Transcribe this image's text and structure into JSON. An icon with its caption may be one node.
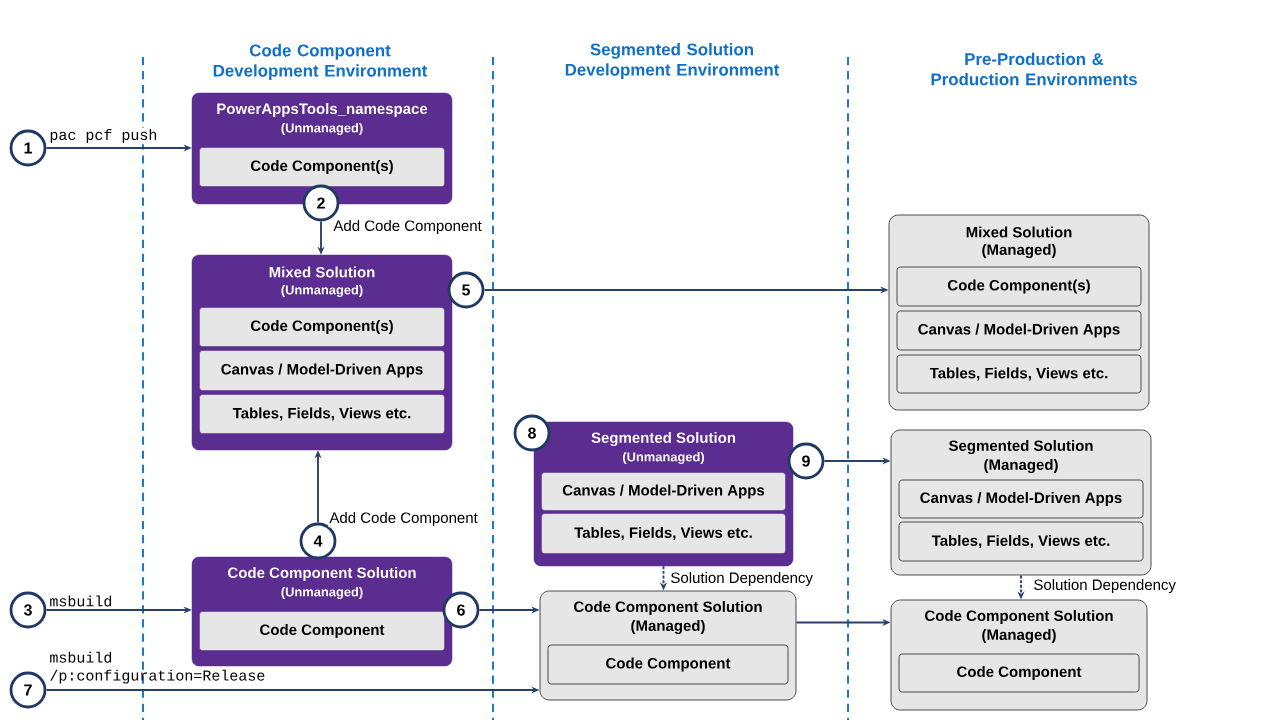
{
  "diagram": {
    "nodes": [
      {
        "text": [
          "1"
        ]
      },
      {
        "text": [
          "PowerAppsTools_namespace",
          "(Unmanaged)"
        ]
      },
      {
        "text": [
          "Code Component(s)"
        ],
        "in": 1
      },
      {
        "text": [
          "2"
        ]
      },
      {
        "text": [
          "Mixed Solution",
          "(Unmanaged)"
        ]
      },
      {
        "text": [
          "Code Component(s)"
        ],
        "in": 4
      },
      {
        "text": [
          "Canvas / Model-Driven Apps"
        ],
        "in": 4
      },
      {
        "text": [
          "Tables, Fields, Views etc."
        ],
        "in": 4
      },
      {
        "text": [
          "5"
        ]
      },
      {
        "text": [
          "Mixed Solution",
          "(Managed)"
        ]
      },
      {
        "text": [
          "Code Component(s)"
        ],
        "in": 9
      },
      {
        "text": [
          "Canvas / Model-Driven Apps"
        ],
        "in": 9
      },
      {
        "text": [
          "Tables, Fields, Views etc."
        ],
        "in": 9
      },
      {
        "text": [
          "8"
        ]
      },
      {
        "text": [
          "Segmented Solution",
          "(Unmanaged)"
        ]
      },
      {
        "text": [
          "Canvas / Model-Driven Apps"
        ],
        "in": 14
      },
      {
        "text": [
          "Tables, Fields, Views etc."
        ],
        "in": 14
      },
      {
        "text": [
          "9"
        ]
      },
      {
        "text": [
          "Segmented Solution",
          "(Managed)"
        ]
      },
      {
        "text": [
          "Canvas / Model-Driven Apps"
        ],
        "in": 18
      },
      {
        "text": [
          "Tables, Fields, Views etc."
        ],
        "in": 18
      },
      {
        "text": [
          "4"
        ]
      },
      {
        "text": [
          "3"
        ]
      },
      {
        "text": [
          "Code Component Solution",
          "(Unmanaged)"
        ]
      },
      {
        "text": [
          "Code Component"
        ],
        "in": 23
      },
      {
        "text": [
          "6"
        ]
      },
      {
        "text": [
          "Code Component Solution",
          "(Managed)"
        ]
      },
      {
        "text": [
          "Code Component"
        ],
        "in": 26
      },
      {
        "text": [
          "Code Component Solution",
          "(Managed)"
        ]
      },
      {
        "text": [
          "Code Component"
        ],
        "in": 28
      },
      {
        "text": [
          "7"
        ]
      }
    ],
    "edges": [
      {
        "from": 0,
        "to": 1,
        "arrow": "to",
        "label": "pac pcf push"
      },
      {
        "from": 3,
        "to": 4,
        "arrow": "to",
        "label": "Add Code Component"
      },
      {
        "from": 8,
        "to": 9,
        "arrow": "to"
      },
      {
        "from": 21,
        "to": 4,
        "arrow": "to",
        "label": "Add Code Component"
      },
      {
        "from": 17,
        "to": 18,
        "arrow": "to"
      },
      {
        "from": 22,
        "to": 23,
        "arrow": "to",
        "label": "msbuild"
      },
      {
        "from": 25,
        "to": 26,
        "arrow": "to"
      },
      {
        "from": 26,
        "to": 28,
        "arrow": "to"
      },
      {
        "from": 30,
        "to": 26,
        "arrow": "to",
        "label": "msbuild /p:configuration=Release"
      },
      {
        "from": 14,
        "to": 26,
        "arrow": "to",
        "label": "Solution Dependency",
        "style": "dashed"
      },
      {
        "from": 18,
        "to": 28,
        "arrow": "to",
        "label": "Solution Dependency",
        "style": "dashed"
      }
    ],
    "labels": [
      "Code Component Development Environment",
      "Segmented Solution Development Environment",
      "Pre-Production & Production Environments"
    ]
  }
}
